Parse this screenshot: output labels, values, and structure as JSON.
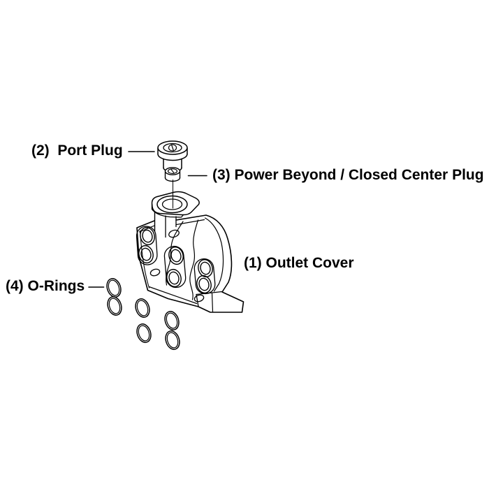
{
  "page": {
    "background_color": "#ffffff",
    "line_color": "#000000",
    "text_color": "#000000"
  },
  "diagram": {
    "type": "exploded-parts-diagram",
    "labels": {
      "outlet_cover": "(1) Outlet Cover",
      "port_plug": "(2)  Port Plug",
      "power_beyond_plug": "(3) Power Beyond / Closed Center Plug",
      "o_rings": "(4) O-Rings"
    },
    "parts": [
      {
        "ref": "(1)",
        "name": "Outlet Cover",
        "shown_quantity": 1
      },
      {
        "ref": "(2)",
        "name": "Port Plug",
        "shown_quantity": 1
      },
      {
        "ref": "(3)",
        "name": "Power Beyond / Closed Center Plug",
        "shown_quantity": 1
      },
      {
        "ref": "(4)",
        "name": "O-Rings",
        "shown_quantity": 6
      }
    ]
  }
}
